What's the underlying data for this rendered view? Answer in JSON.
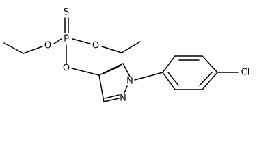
{
  "molecule": {
    "atoms": {
      "s": "S",
      "p": "P",
      "o_left": "O",
      "o_right": "O",
      "o_bottom": "O",
      "n1": "N",
      "n2": "N",
      "cl": "Cl"
    }
  }
}
